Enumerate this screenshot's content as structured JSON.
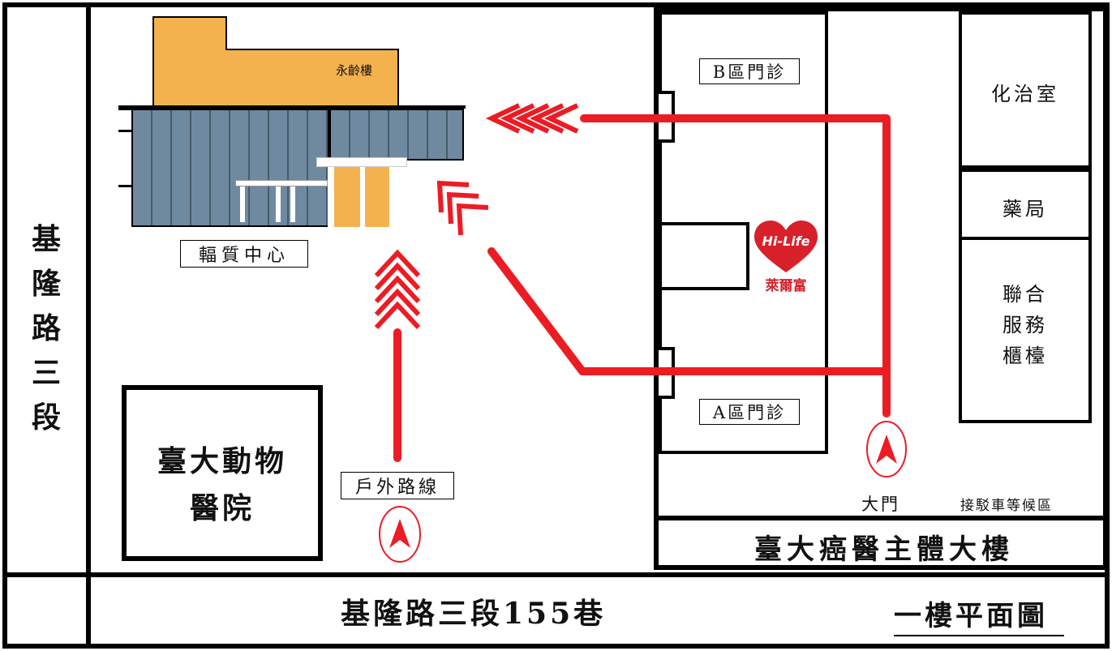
{
  "roads": {
    "left_road": [
      "基",
      "隆",
      "路",
      "三",
      "段"
    ],
    "bottom_road": "基隆路三段155巷"
  },
  "map_title": "一樓平面圖",
  "buildings": {
    "yongling": "永齡樓",
    "proton_center": "輻質中心",
    "vet_hospital": [
      "臺大動物",
      "醫院"
    ],
    "cancer_building": "臺大癌醫主體大樓"
  },
  "rooms": {
    "b_clinic": "B區門診",
    "a_clinic": "A區門診",
    "chemo": "化治室",
    "pharmacy": "藥局",
    "service_counter": [
      "聯合",
      "服務",
      "櫃檯"
    ],
    "shuttle_wait": "接駁車等候區",
    "main_gate": "大門"
  },
  "store": {
    "logo_text": "Hi-Life",
    "name": "萊爾富"
  },
  "routes": {
    "outdoor_label": "戶外路線"
  },
  "colors": {
    "route_red": "#ec1c24",
    "building_orange": "#f4b24f",
    "building_blue": "#6f8aa0",
    "border": "#000000"
  }
}
